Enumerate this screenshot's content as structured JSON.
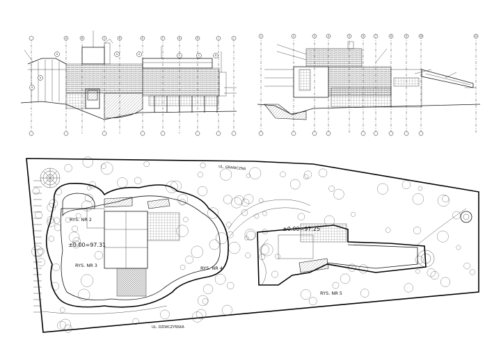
{
  "sheet": {
    "background": "#ffffff",
    "ink": "#111111"
  },
  "plan": {
    "level_left": "±0.00=97.31",
    "level_right": "±0.00=97.25",
    "rys_nr2": "RYS. NR 2",
    "rys_nr3": "RYS. NR 3",
    "rys_nr4": "RYS. NR 4",
    "rys_nr5": "RYS. NR 5",
    "street_top": "UL. GRANICZNA",
    "street_bottom": "UL. DZIWCZYŃSKA"
  },
  "elevation_left": {
    "axis_labels": [
      "A",
      "B",
      "C",
      "D",
      "E",
      "F",
      "G",
      "H",
      "I",
      "J"
    ],
    "markers": [
      "A",
      "A",
      "A",
      "A",
      "A",
      "C",
      "C",
      "D"
    ]
  },
  "elevation_right": {
    "axis_labels": [
      "1",
      "2",
      "3",
      "4",
      "5",
      "6",
      "7",
      "8",
      "9",
      "10",
      "11"
    ]
  }
}
